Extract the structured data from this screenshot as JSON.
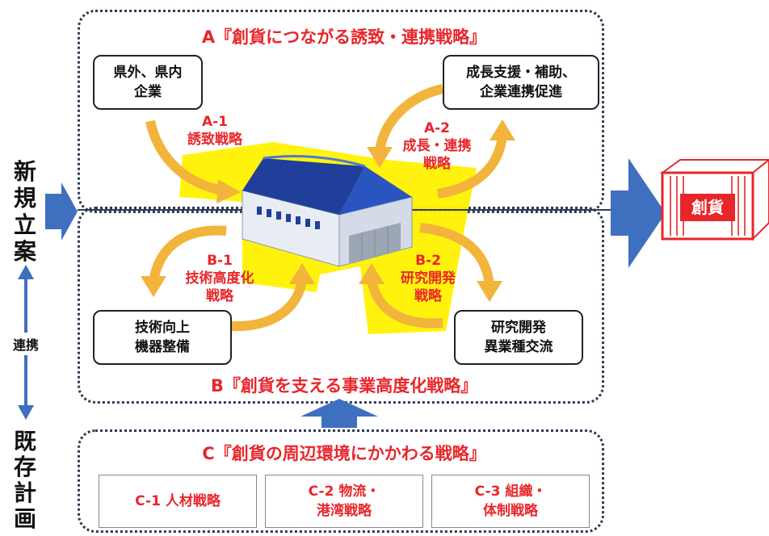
{
  "panel_a": {
    "title": "A『創貨につながる誘致・連携戦略』",
    "box_left": [
      "県外、県内",
      "企業"
    ],
    "box_right": [
      "成長支援・補助、",
      "企業連携促進"
    ],
    "label_a1": [
      "A-1",
      "誘致戦略"
    ],
    "label_a2": [
      "A-2",
      "成長・連携",
      "戦略"
    ]
  },
  "panel_b": {
    "title": "B『創貨を支える事業高度化戦略』",
    "box_left": [
      "技術向上",
      "機器整備"
    ],
    "box_right": [
      "研究開発",
      "異業種交流"
    ],
    "label_b1": [
      "B-1",
      "技術高度化",
      "戦略"
    ],
    "label_b2": [
      "B-2",
      "研究開発",
      "戦略"
    ]
  },
  "panel_c": {
    "title": "C『創貨の周辺環境にかかわる戦略』",
    "box_1": [
      "C-1 人材戦略"
    ],
    "box_2": [
      "C-2 物流・",
      "港湾戦略"
    ],
    "box_3": [
      "C-3 組織・",
      "体制戦略"
    ]
  },
  "left_column": {
    "top_chars": [
      "新",
      "規",
      "立",
      "案"
    ],
    "middle_label": "連携",
    "bottom_chars": [
      "既",
      "存",
      "計",
      "画"
    ]
  },
  "output_label": "創貨",
  "colors": {
    "accent_red": "#e8262a",
    "arrow_blue": "#3f6fbf",
    "arrow_orange": "#f2b43a",
    "highlight_yellow": "#fff200",
    "roof_blue": "#1f3f9a",
    "panel_border": "#2f3a55"
  }
}
